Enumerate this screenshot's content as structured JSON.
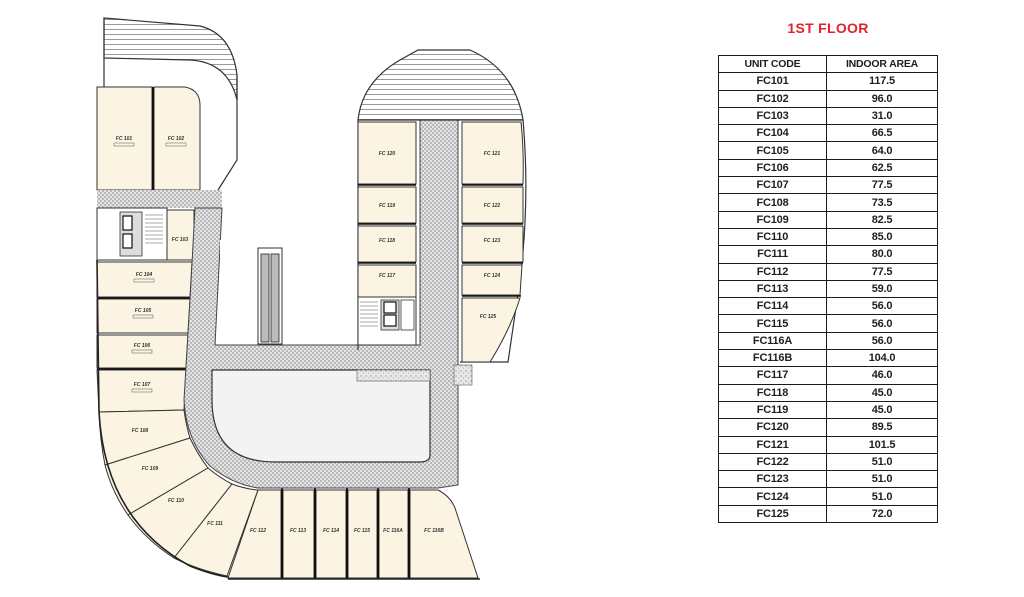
{
  "title": "1ST FLOOR",
  "accent_color": "#e3212b",
  "table": {
    "headers": {
      "unit_code": "UNIT CODE",
      "indoor_area": "INDOOR AREA"
    },
    "rows": [
      {
        "code": "FC101",
        "area": "117.5"
      },
      {
        "code": "FC102",
        "area": "96.0"
      },
      {
        "code": "FC103",
        "area": "31.0"
      },
      {
        "code": "FC104",
        "area": "66.5"
      },
      {
        "code": "FC105",
        "area": "64.0"
      },
      {
        "code": "FC106",
        "area": "62.5"
      },
      {
        "code": "FC107",
        "area": "77.5"
      },
      {
        "code": "FC108",
        "area": "73.5"
      },
      {
        "code": "FC109",
        "area": "82.5"
      },
      {
        "code": "FC110",
        "area": "85.0"
      },
      {
        "code": "FC111",
        "area": "80.0"
      },
      {
        "code": "FC112",
        "area": "77.5"
      },
      {
        "code": "FC113",
        "area": "59.0"
      },
      {
        "code": "FC114",
        "area": "56.0"
      },
      {
        "code": "FC115",
        "area": "56.0"
      },
      {
        "code": "FC116A",
        "area": "56.0"
      },
      {
        "code": "FC116B",
        "area": "104.0"
      },
      {
        "code": "FC117",
        "area": "46.0"
      },
      {
        "code": "FC118",
        "area": "45.0"
      },
      {
        "code": "FC119",
        "area": "45.0"
      },
      {
        "code": "FC120",
        "area": "89.5"
      },
      {
        "code": "FC121",
        "area": "101.5"
      },
      {
        "code": "FC122",
        "area": "51.0"
      },
      {
        "code": "FC123",
        "area": "51.0"
      },
      {
        "code": "FC124",
        "area": "51.0"
      },
      {
        "code": "FC125",
        "area": "72.0"
      }
    ]
  },
  "plan": {
    "units": {
      "u101": "FC 101",
      "u102": "FC 102",
      "u103": "FC 103",
      "u104": "FC 104",
      "u105": "FC 105",
      "u106": "FC 106",
      "u107": "FC 107",
      "u108": "FC 108",
      "u109": "FC 109",
      "u110": "FC 110",
      "u111": "FC 111",
      "u112": "FC 112",
      "u113": "FC 113",
      "u114": "FC 114",
      "u115": "FC 115",
      "u116a": "FC 116A",
      "u116b": "FC 116B",
      "u117": "FC 117",
      "u118": "FC 118",
      "u119": "FC 119",
      "u120": "FC 120",
      "u121": "FC 121",
      "u122": "FC 122",
      "u123": "FC 123",
      "u124": "FC 124",
      "u125": "FC 125"
    },
    "colors": {
      "unit_fill": "#fbf4e3",
      "corridor": "#d6d6d6",
      "void": "#f3f3f3",
      "wall": "#2a2a2a"
    }
  }
}
